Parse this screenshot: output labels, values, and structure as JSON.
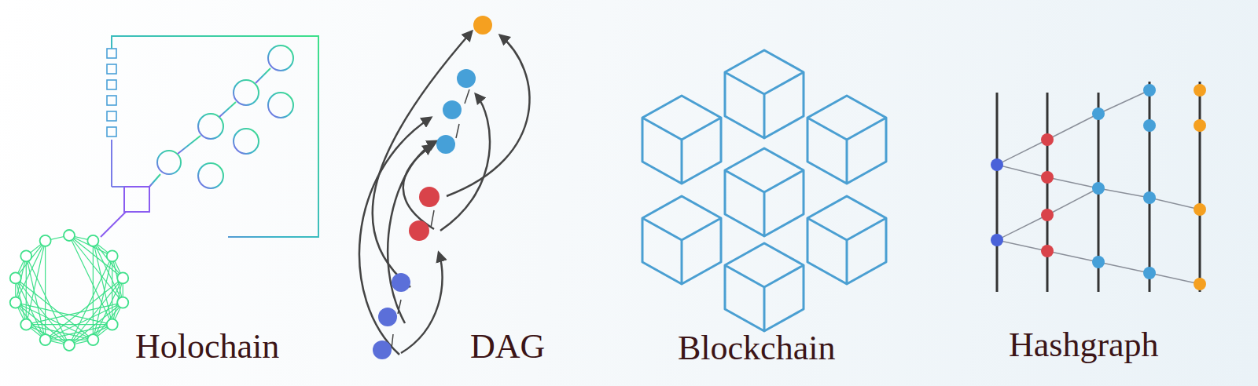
{
  "diagram": {
    "labels": [
      "Holochain",
      "DAG",
      "Blockchain",
      "Hashgraph"
    ]
  }
}
